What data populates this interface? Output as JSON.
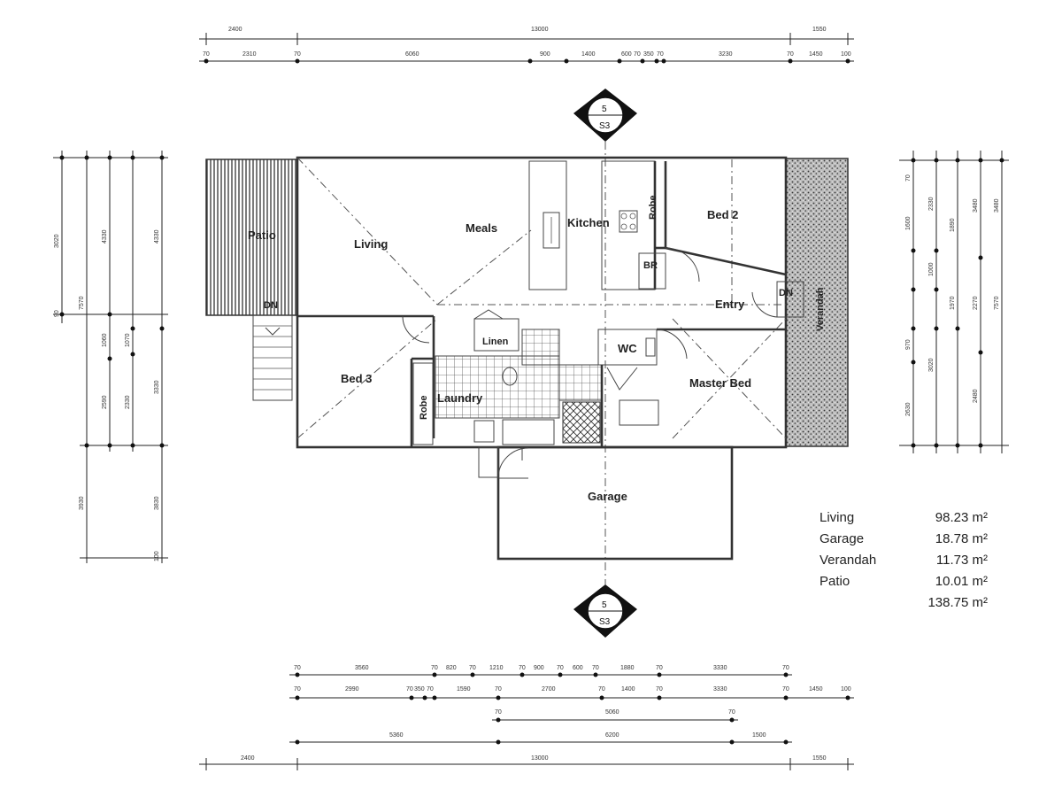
{
  "rooms": {
    "patio": "Patio",
    "living": "Living",
    "meals": "Meals",
    "kitchen": "Kitchen",
    "robe": "Robe",
    "bed2": "Bed 2",
    "br": "BR",
    "entry": "Entry",
    "dn": "DN",
    "verandah": "Verandah",
    "linen": "Linen",
    "wc": "WC",
    "bed3": "Bed 3",
    "laundry": "Laundry",
    "master_bed": "Master Bed",
    "garage": "Garage"
  },
  "section_marker": {
    "number": "5",
    "sheet": "S3"
  },
  "area_schedule": [
    {
      "label": "Living",
      "value": "98.23 m²"
    },
    {
      "label": "Garage",
      "value": "18.78 m²"
    },
    {
      "label": "Verandah",
      "value": "11.73 m²"
    },
    {
      "label": "Patio",
      "value": "10.01 m²"
    },
    {
      "label": "",
      "value": "138.75 m²"
    }
  ],
  "dims": {
    "top1": [
      "2400",
      "13000",
      "1550"
    ],
    "top2": [
      "70",
      "2310",
      "70",
      "6060",
      "900",
      "1400",
      "600",
      "70",
      "350",
      "70",
      "3230",
      "70",
      "1450",
      "100"
    ],
    "bottom1": [
      "70",
      "3560",
      "70",
      "820",
      "70",
      "1210",
      "70",
      "900",
      "70",
      "600",
      "70",
      "1880",
      "70",
      "3330",
      "70"
    ],
    "bottom2": [
      "70",
      "2990",
      "70",
      "350",
      "70",
      "1590",
      "70",
      "2700",
      "70",
      "1400",
      "70",
      "3330",
      "70",
      "1450",
      "100"
    ],
    "bottom3": [
      "70",
      "5060",
      "70"
    ],
    "bottom4": [
      "5360",
      "6200",
      "1500"
    ],
    "bottom5": [
      "2400",
      "13000",
      "1550"
    ],
    "left": [
      "3020",
      "7570",
      "4330",
      "4330",
      "90",
      "1060",
      "1070",
      "2590",
      "2330",
      "3330",
      "3930",
      "3830",
      "100"
    ],
    "right": [
      "70",
      "2330",
      "3480",
      "3480",
      "1600",
      "1890",
      "1000",
      "2270",
      "1970",
      "970",
      "3020",
      "2480",
      "2630",
      "7570"
    ]
  }
}
